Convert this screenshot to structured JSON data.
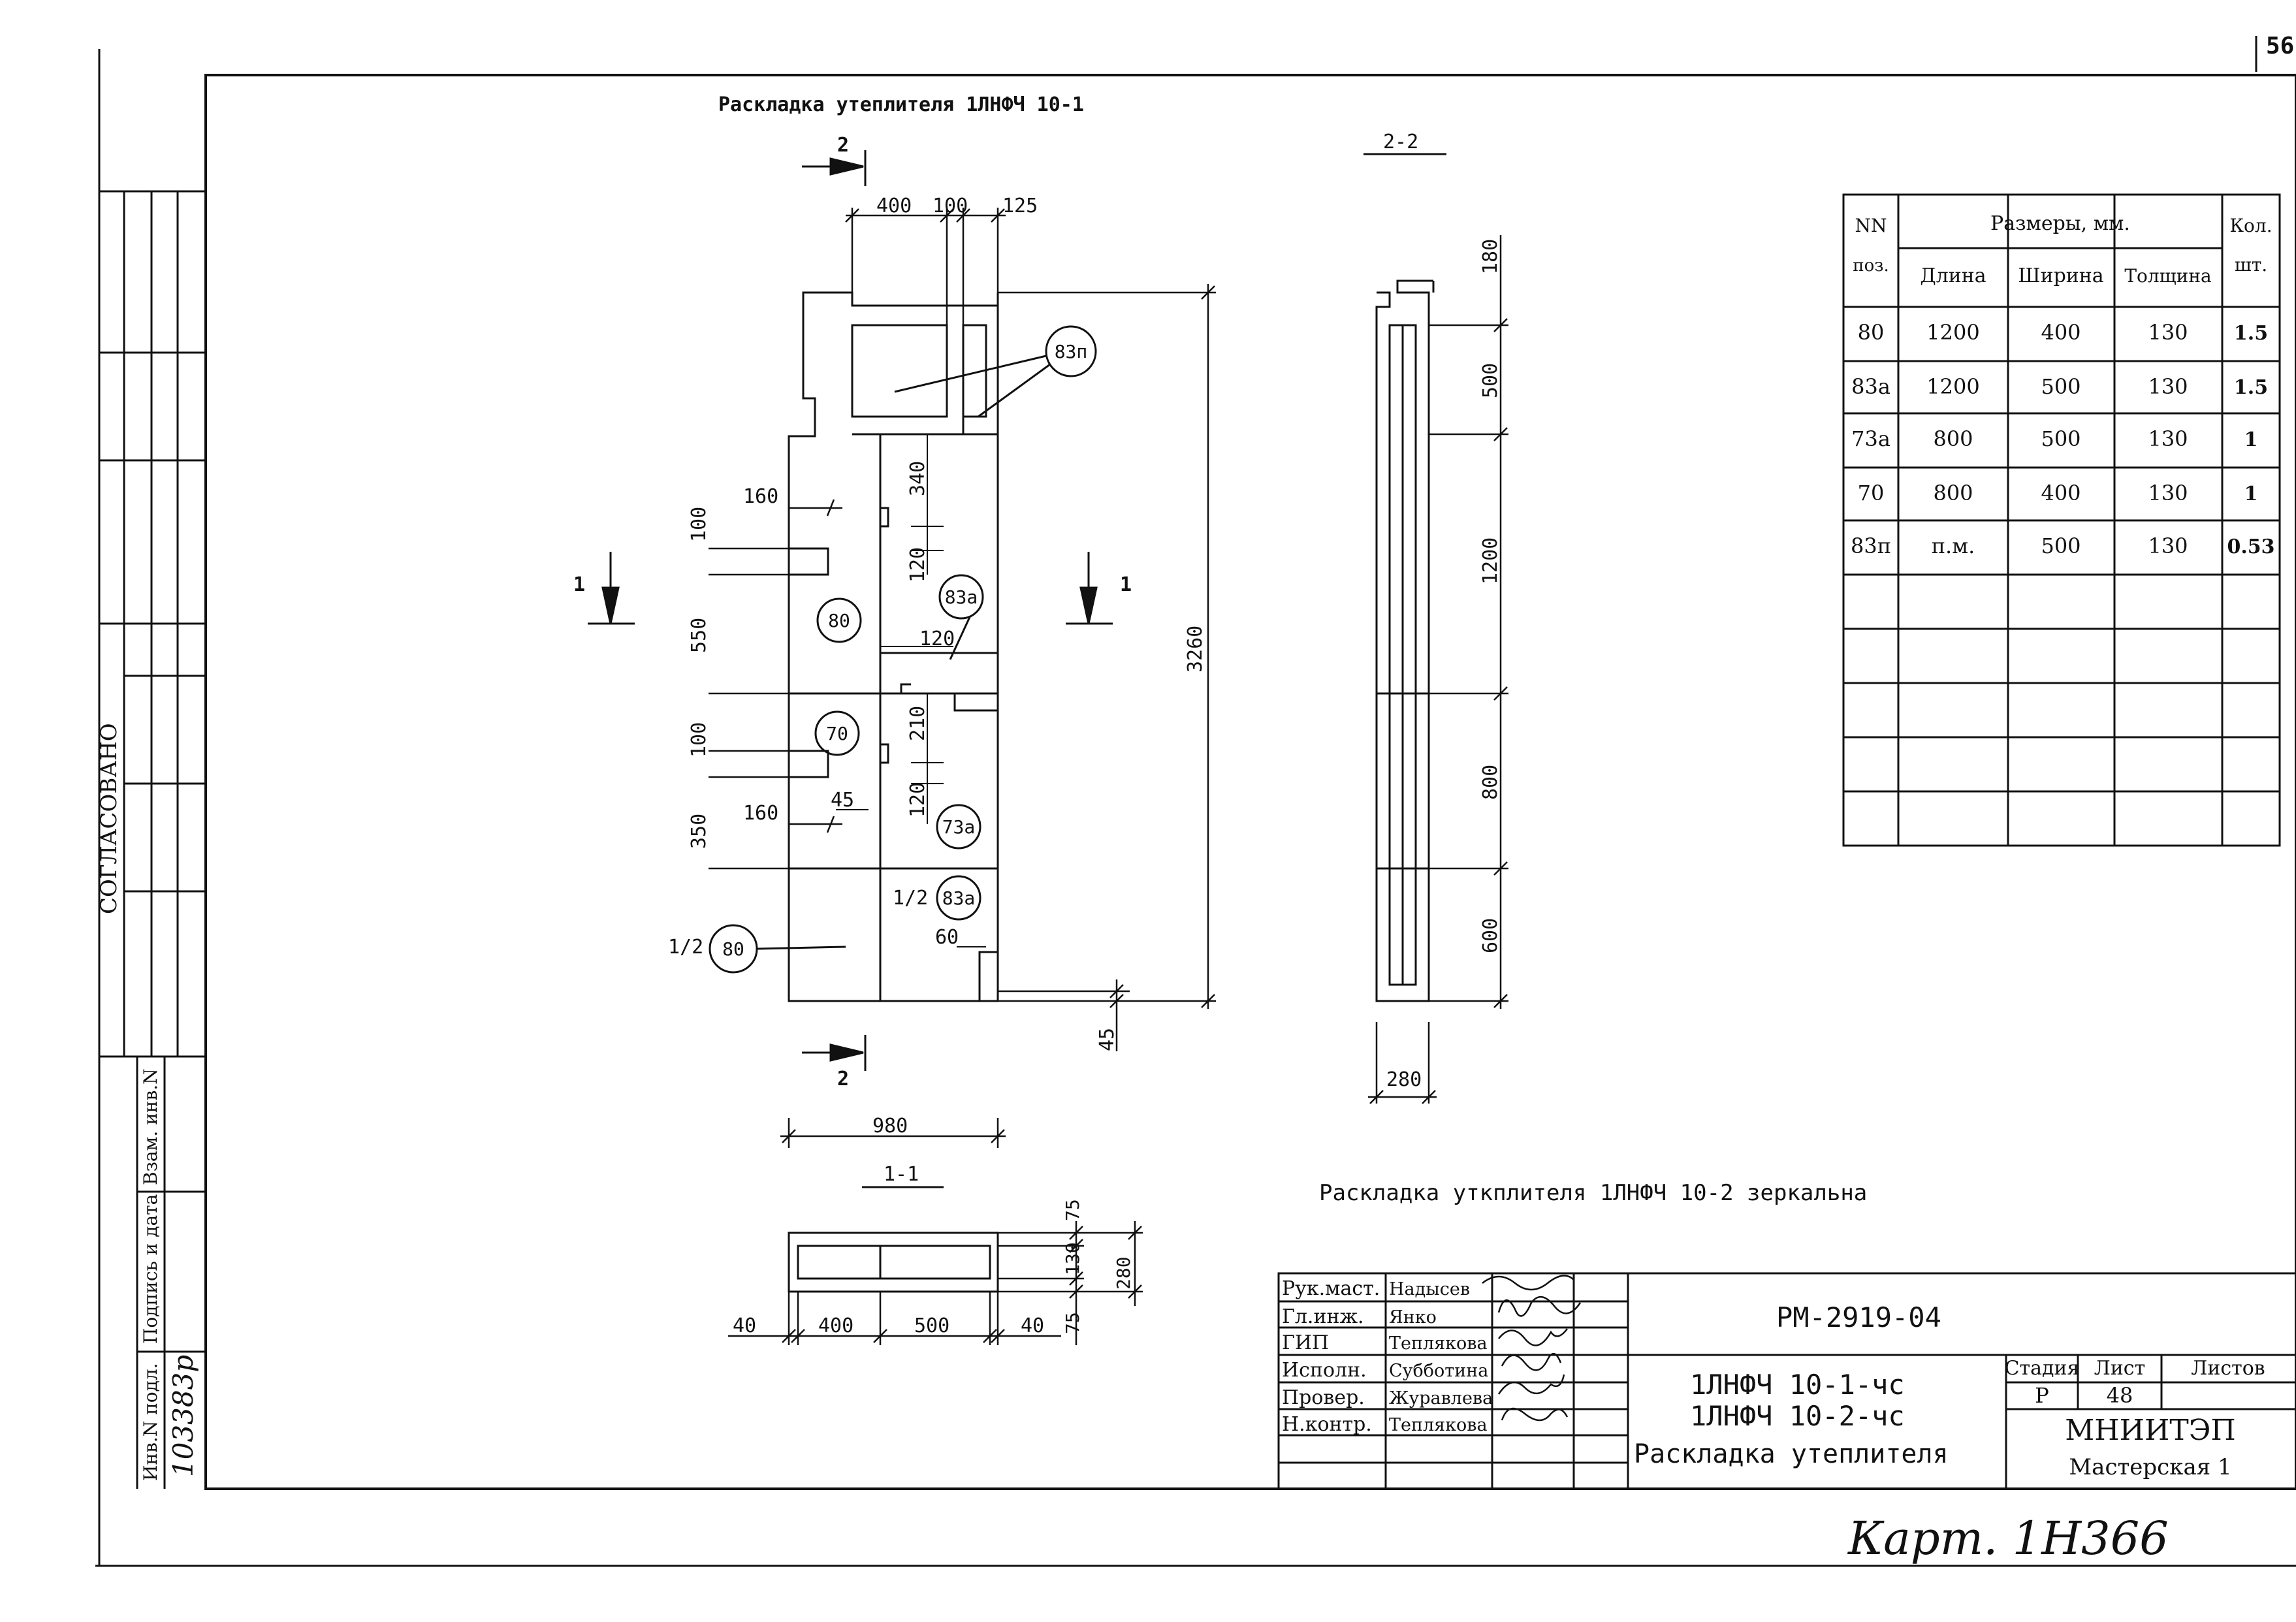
{
  "page_number": "56",
  "headings": {
    "main": "Раскладка утеплителя 1ЛНФЧ 10-1",
    "section_22": "2-2",
    "section_11": "1-1",
    "mirror_note": "Раскладка уткплителя 1ЛНФЧ 10-2 зеркальна"
  },
  "left_margin": {
    "soglasovano": "СОГЛАСОВАНО",
    "inv_podl_label": "Инв.N подл.",
    "podpis_label": "Подпись и дата",
    "vzam_label": "Взам. инв.N",
    "inv_number": "103383р"
  },
  "dims": {
    "top": [
      "400",
      "100",
      "125"
    ],
    "right_total": "3260",
    "bottom_offset": "45",
    "width_total": "980",
    "left": [
      "100",
      "550",
      "100",
      "350"
    ],
    "notch_160_a": "160",
    "notch_160_b": "160",
    "v340": "340",
    "v120_a": "120",
    "h120": "120",
    "v210": "210",
    "v120_b": "120",
    "h45": "45",
    "h60": "60",
    "s22": [
      "180",
      "500",
      "1200",
      "800",
      "600"
    ],
    "s22_width": "280",
    "s11_horiz": [
      "40",
      "400",
      "500",
      "40"
    ],
    "s11_vert": [
      "75",
      "130",
      "75"
    ],
    "s11_total": "280"
  },
  "section_marks": {
    "cut2": "2",
    "cut1": "1"
  },
  "markers": {
    "m83p": "83п",
    "m80": "80",
    "m83a": "83а",
    "m70": "70",
    "m73a": "73а",
    "m83a_half": "83а",
    "m80_half": "80",
    "half_prefix": "1/2"
  },
  "spec_table": {
    "headers": {
      "nn": "NN",
      "poz": "поз.",
      "razmery": "Размеры, мм.",
      "dlina": "Длина",
      "shirina": "Ширина",
      "tolshchina": "Толщина",
      "kol": "Кол.",
      "sht": "шт."
    },
    "rows": [
      [
        "80",
        "1200",
        "400",
        "130",
        "1.5"
      ],
      [
        "83а",
        "1200",
        "500",
        "130",
        "1.5"
      ],
      [
        "73а",
        "800",
        "500",
        "130",
        "1"
      ],
      [
        "70",
        "800",
        "400",
        "130",
        "1"
      ],
      [
        "83п",
        "п.м.",
        "500",
        "130",
        "0.53"
      ],
      [
        "",
        "",
        "",
        "",
        ""
      ],
      [
        "",
        "",
        "",
        "",
        ""
      ],
      [
        "",
        "",
        "",
        "",
        ""
      ],
      [
        "",
        "",
        "",
        "",
        ""
      ],
      [
        "",
        "",
        "",
        "",
        ""
      ]
    ]
  },
  "title_block": {
    "roles": [
      [
        "Рук.маст.",
        "Надысев"
      ],
      [
        "Гл.инж.",
        "Янко"
      ],
      [
        "ГИП",
        "Теплякова"
      ],
      [
        "Исполн.",
        "Субботина"
      ],
      [
        "Провер.",
        "Журавлева"
      ],
      [
        "Н.контр.",
        "Теплякова"
      ]
    ],
    "doc_code": "РМ-2919-04",
    "names": [
      "1ЛНФЧ 10-1-чс",
      "1ЛНФЧ 10-2-чс"
    ],
    "sheet_title": "Раскладка утеплителя",
    "stage_label": "Стадия",
    "sheet_label": "Лист",
    "sheets_label": "Листов",
    "stage": "Р",
    "sheet": "48",
    "sheets": "",
    "org": "МНИИТЭП",
    "workshop": "Мастерская 1"
  },
  "archive_note": "Карт. 1Н366"
}
